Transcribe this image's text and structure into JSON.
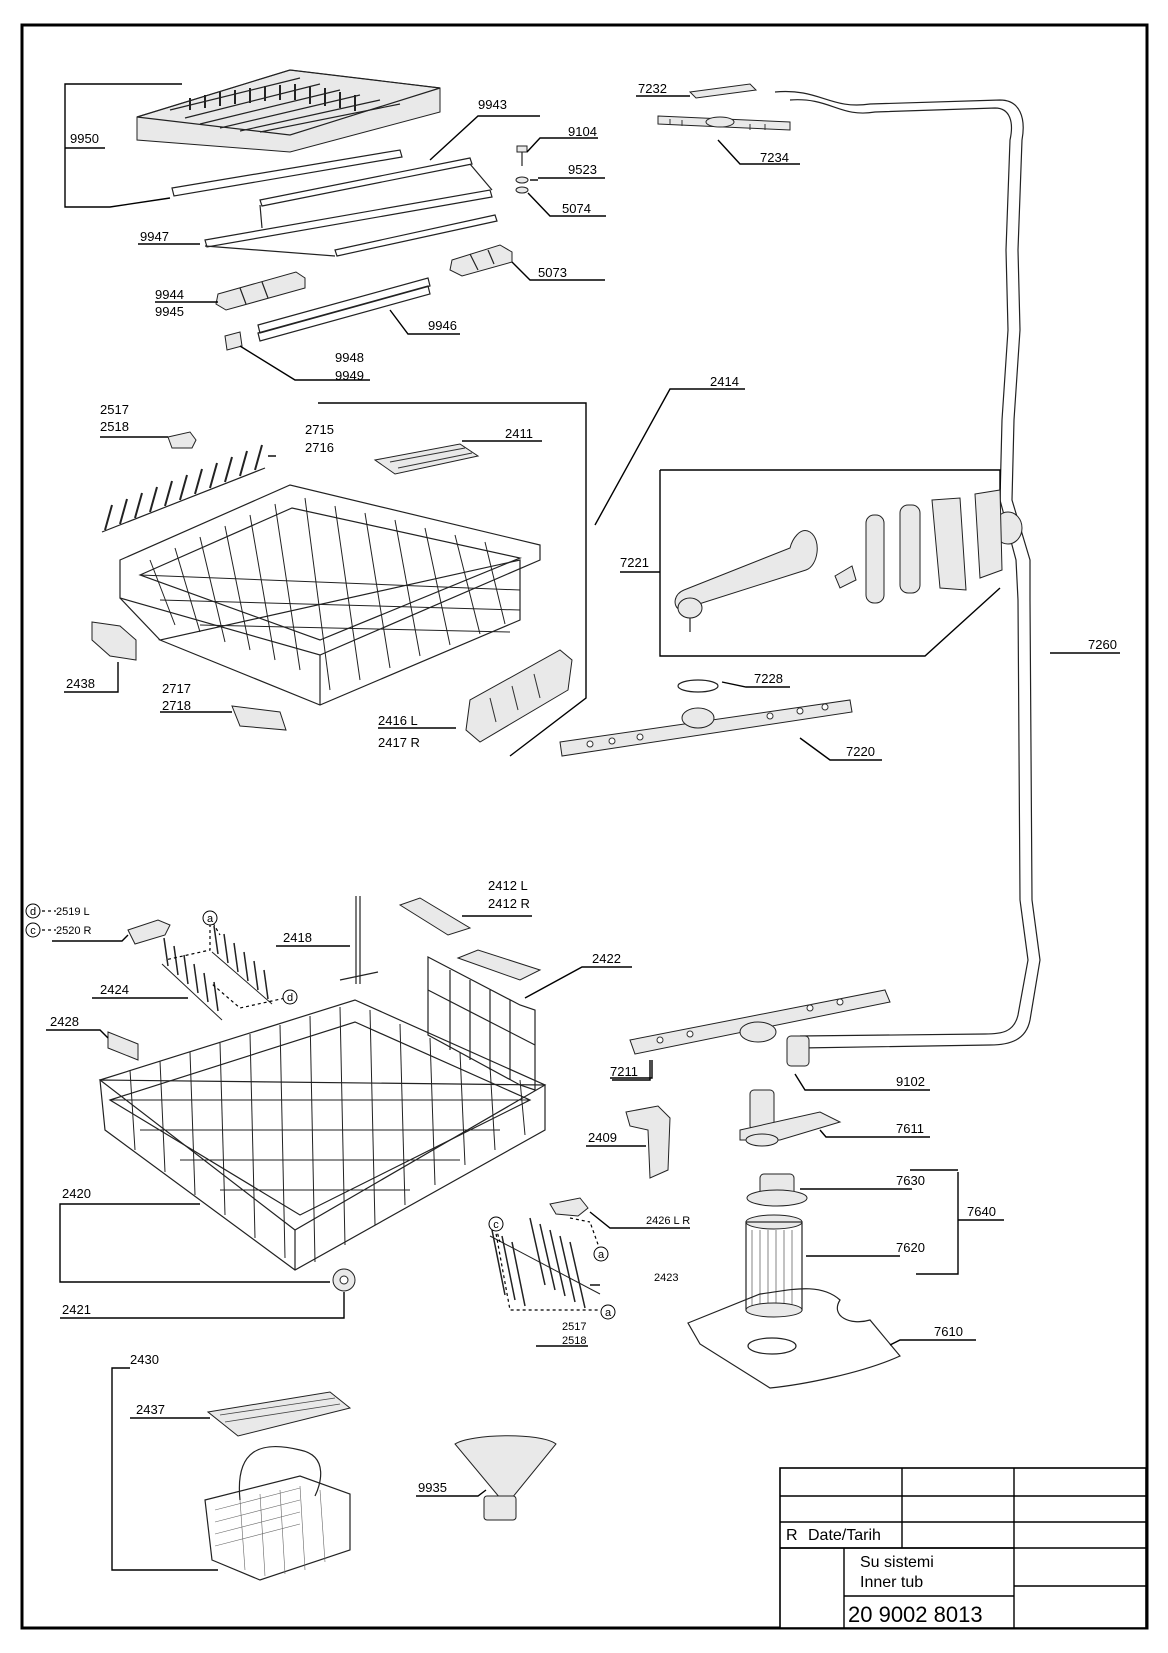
{
  "drawing": {
    "labels": {
      "p9950": "9950",
      "p9943": "9943",
      "p9104": "9104",
      "p9523": "9523",
      "p5074": "5074",
      "p9947": "9947",
      "p5073": "5073",
      "p9944": "9944",
      "p9945": "9945",
      "p9946": "9946",
      "p9948": "9948",
      "p9949": "9949",
      "p7232": "7232",
      "p7234": "7234",
      "p2414": "2414",
      "p2517a": "2517",
      "p2518a": "2518",
      "p2715": "2715",
      "p2716": "2716",
      "p2411": "2411",
      "p7221": "7221",
      "p7260": "7260",
      "p2438": "2438",
      "p2717": "2717",
      "p2718": "2718",
      "p2416": "2416 L",
      "p2417": "2417 R",
      "p7228": "7228",
      "p7220": "7220",
      "p2519": "2519 L",
      "p2520": "2520 R",
      "p2412l": "2412 L",
      "p2412r": "2412 R",
      "p2418": "2418",
      "p2422": "2422",
      "p2424": "2424",
      "p2428": "2428",
      "p7211": "7211",
      "p9102": "9102",
      "p7611": "7611",
      "p2409": "2409",
      "p7630": "7630",
      "p7640": "7640",
      "p2420": "2420",
      "p2426": "2426 L R",
      "p7620": "7620",
      "p2423": "2423",
      "p2421": "2421",
      "p2517b": "2517",
      "p2518b": "2518",
      "p7610": "7610",
      "p2430": "2430",
      "p2437": "2437",
      "p9935": "9935"
    },
    "bubbles": {
      "a": "a",
      "c": "c",
      "d": "d"
    }
  },
  "title_block": {
    "revision": "R",
    "date_label": "Date/Tarih",
    "title_tr": "Su sistemi",
    "title_en": "Inner tub",
    "doc_number": "20 9002 8013"
  },
  "colors": {
    "line": "#000000",
    "background": "#ffffff",
    "part_fill": "#e9e9e9"
  }
}
